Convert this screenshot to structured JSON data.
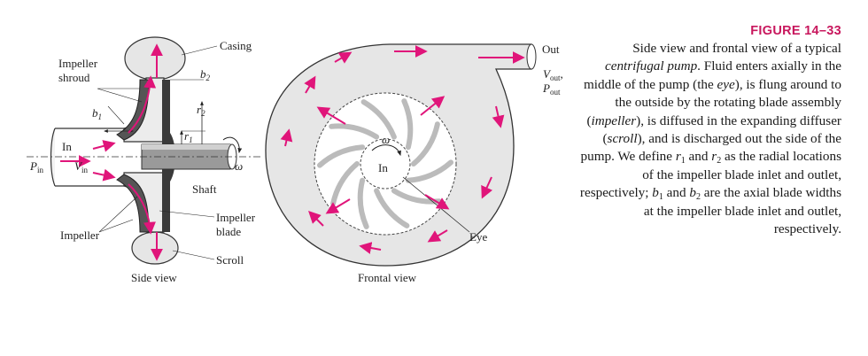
{
  "figure": {
    "number": "FIGURE 14–33",
    "caption": [
      {
        "t": "Side view and frontal view of a typical "
      },
      {
        "t": "centrifugal pump",
        "i": true
      },
      {
        "t": ". Fluid enters axially in the middle of the pump (the "
      },
      {
        "t": "eye",
        "i": true
      },
      {
        "t": "), is flung around to the outside by the rotating blade assembly ("
      },
      {
        "t": "impeller",
        "i": true
      },
      {
        "t": "), is diffused in the expanding diffuser ("
      },
      {
        "t": "scroll",
        "i": true
      },
      {
        "t": "), and is discharged out the side of the pump. We define "
      },
      {
        "t": "r",
        "i": true
      },
      {
        "t": "1",
        "sub": true
      },
      {
        "t": " and "
      },
      {
        "t": "r",
        "i": true
      },
      {
        "t": "2",
        "sub": true
      },
      {
        "t": " as the radial locations of the impeller blade inlet and outlet, respectively; "
      },
      {
        "t": "b",
        "i": true
      },
      {
        "t": "1",
        "sub": true
      },
      {
        "t": " and "
      },
      {
        "t": "b",
        "i": true
      },
      {
        "t": "2",
        "sub": true
      },
      {
        "t": " are the axial blade widths at the impeller blade inlet and outlet, respectively."
      }
    ]
  },
  "side_view": {
    "title": "Side view",
    "impeller_shroud": [
      "Impeller",
      "shroud"
    ],
    "casing": "Casing",
    "b": "b",
    "r": "r",
    "sub1": "1",
    "sub2": "2",
    "in": "In",
    "p": "P",
    "v": "V",
    "in_sub": "in",
    "omega": "ω",
    "shaft": "Shaft",
    "impeller_blade": [
      "Impeller",
      "blade"
    ],
    "impeller": "Impeller",
    "scroll": "Scroll"
  },
  "frontal_view": {
    "title": "Frontal view",
    "out": "Out",
    "v": "V",
    "p": "P",
    "out_sub": "out",
    "v_comma": ",",
    "omega": "ω",
    "in": "In",
    "eye": "Eye"
  },
  "colors": {
    "accent": "#e0157a",
    "title": "#c8175d",
    "casing_fill": "#e6e6e6",
    "stroke": "#333333"
  }
}
